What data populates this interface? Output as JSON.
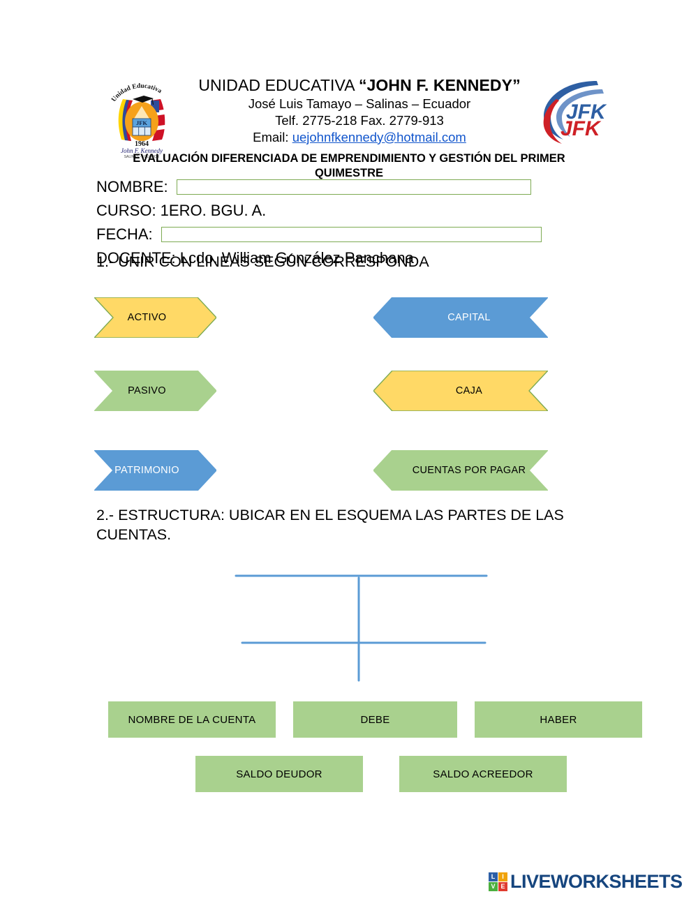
{
  "header": {
    "school_name_plain": "UNIDAD EDUCATIVA ",
    "school_name_bold": "“JOHN F. KENNEDY”",
    "address": "José Luis Tamayo – Salinas – Ecuador",
    "phone": "Telf. 2775-218    Fax. 2779-913",
    "email_label": "Email: ",
    "email": "uejohnfkennedy@hotmail.com",
    "crest": {
      "arc_text": "Unidad Educativa",
      "shield_text": "JFK",
      "year": "1964",
      "signature": "John F. Kennedy",
      "location": "SALINAS - ECUADOR"
    },
    "logo_text": "JFK"
  },
  "eval_title": {
    "line1": "EVALUACIÓN DIFERENCIADA DE EMPRENDIMIENTO Y GESTIÓN DEL PRIMER",
    "line2": "QUIMESTRE"
  },
  "form": {
    "nombre_label": "NOMBRE:",
    "nombre_value": "",
    "nombre_placeholder": "",
    "curso_label": "CURSO: 1ERO. BGU. A.",
    "fecha_label": "FECHA:",
    "fecha_value": "",
    "fecha_placeholder": "",
    "docente_label": "DOCENTE: Lcdo. William González Panchana"
  },
  "exercise1": {
    "instruction": "1.- UNIR CON LINEAS SEGÚN CORRESPONDA",
    "left_items": [
      {
        "label": "ACTIVO",
        "fill": "#FFD966",
        "stroke": "#7DAA52",
        "text_color": "#000000",
        "direction": "right"
      },
      {
        "label": "PASIVO",
        "fill": "#A9D18E",
        "stroke": "#A9D18E",
        "text_color": "#000000",
        "direction": "right"
      },
      {
        "label": "PATRIMONIO",
        "fill": "#5B9BD5",
        "stroke": "#5B9BD5",
        "text_color": "#FFFFFF",
        "direction": "right"
      }
    ],
    "right_items": [
      {
        "label": "CAPITAL",
        "fill": "#5B9BD5",
        "stroke": "#5B9BD5",
        "text_color": "#FFFFFF",
        "direction": "left"
      },
      {
        "label": "CAJA",
        "fill": "#FFD966",
        "stroke": "#7DAA52",
        "text_color": "#000000",
        "direction": "left"
      },
      {
        "label": "CUENTAS POR PAGAR",
        "fill": "#A9D18E",
        "stroke": "#A9D18E",
        "text_color": "#000000",
        "direction": "left"
      }
    ]
  },
  "exercise2": {
    "instruction_line1": "2.- ESTRUCTURA: UBICAR EN EL ESQUEMA LAS PARTES DE LAS",
    "instruction_line2": "CUENTAS.",
    "diagram_line_color": "#5B9BD5",
    "boxes_row1": [
      {
        "label": "NOMBRE DE LA CUENTA"
      },
      {
        "label": "DEBE"
      },
      {
        "label": "HABER"
      }
    ],
    "boxes_row2": [
      {
        "label": "SALDO DEUDOR"
      },
      {
        "label": "SALDO ACREEDOR"
      }
    ],
    "box_fill": "#A9D18E"
  },
  "footer": {
    "brand_squares": [
      "L",
      "I",
      "V",
      "E"
    ],
    "brand_word": "LIVEWORKSHEETS",
    "brand_color": "#16457E"
  }
}
